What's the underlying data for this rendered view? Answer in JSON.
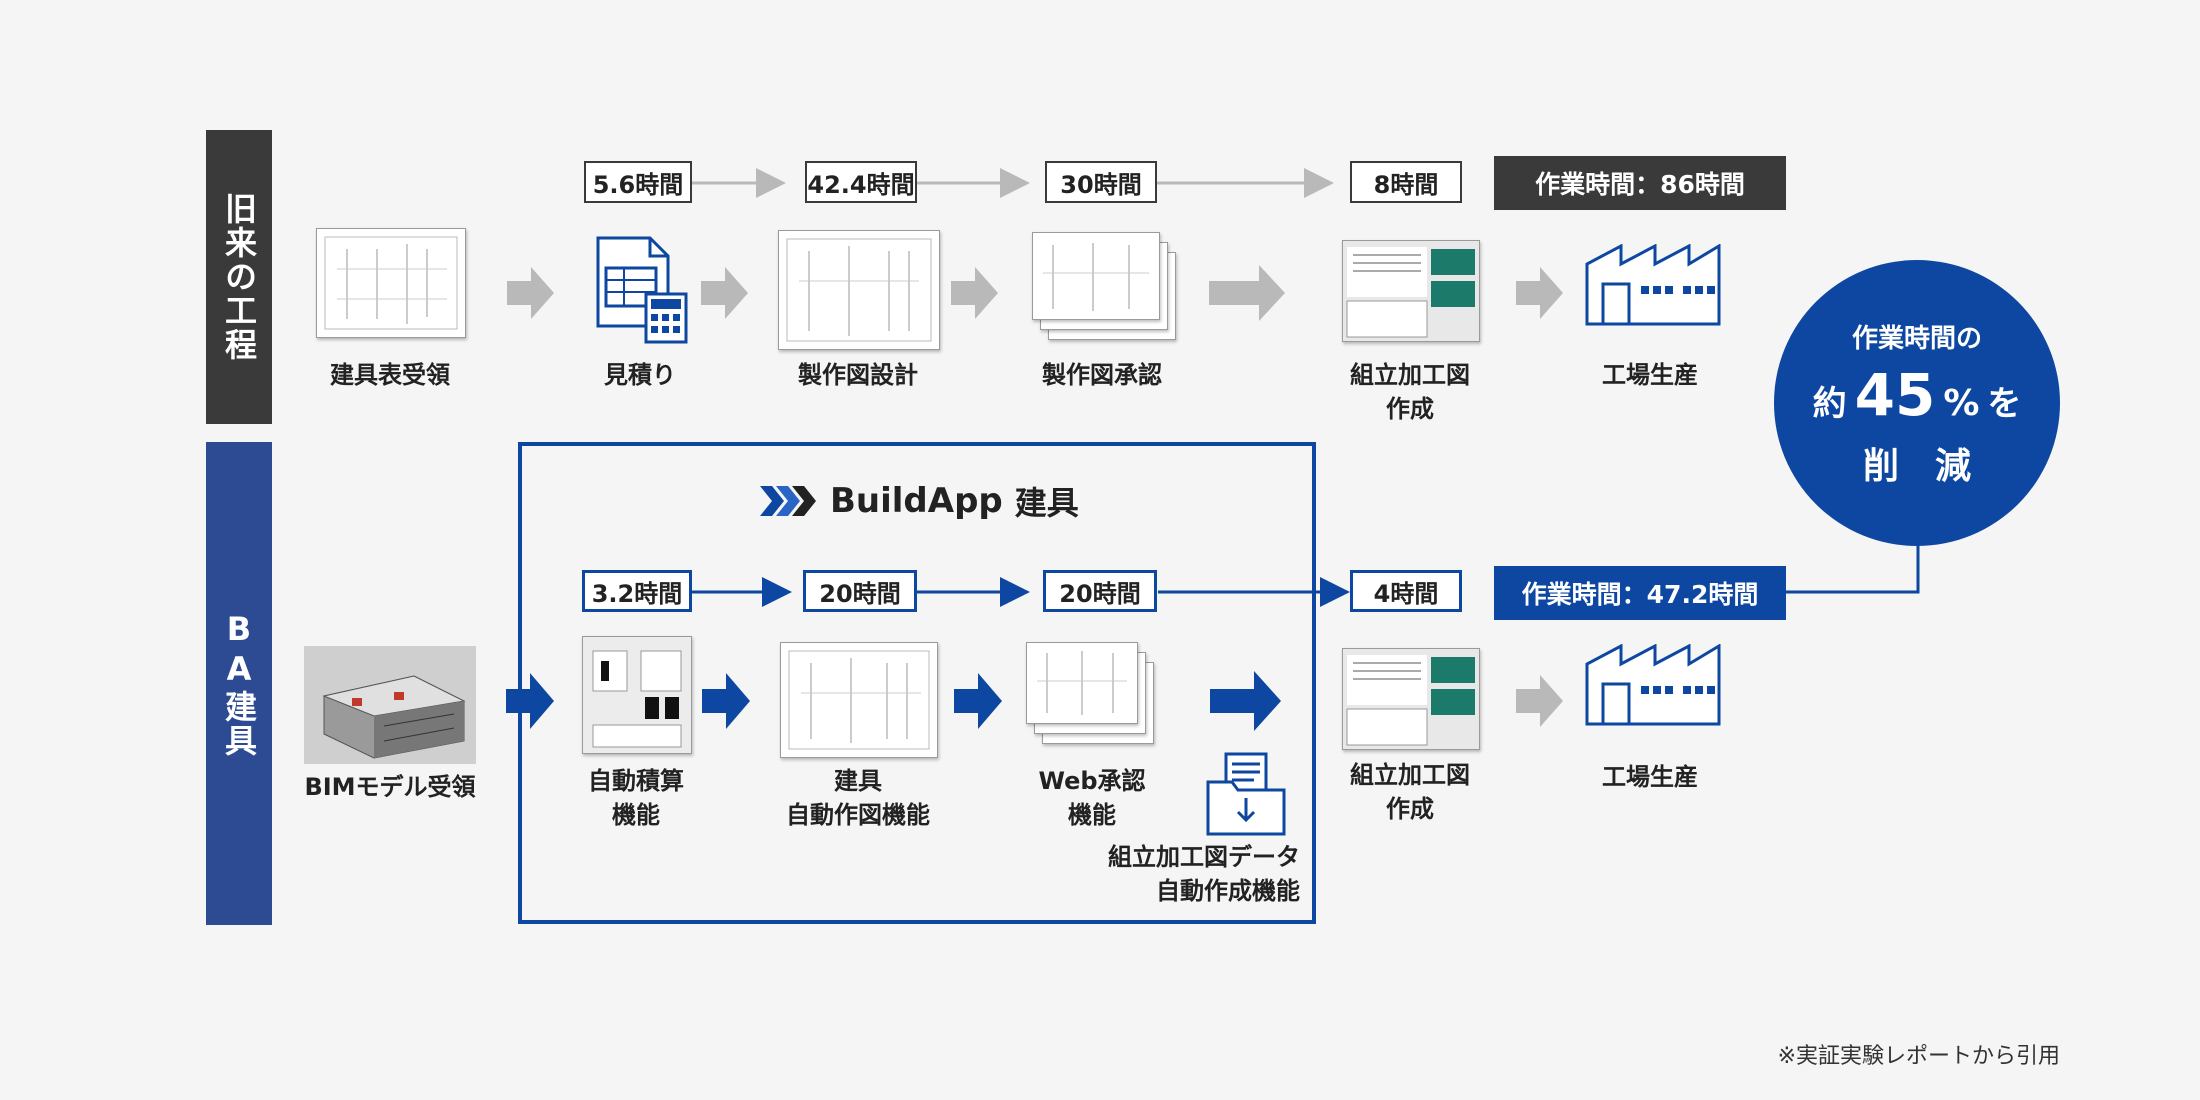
{
  "old_process": {
    "side_label": "旧来の工程",
    "times": [
      "5.6時間",
      "42.4時間",
      "30時間",
      "8時間"
    ],
    "total": "作業時間：86時間",
    "steps": [
      "建具表受領",
      "見積り",
      "製作図設計",
      "製作図承認",
      "組立加工図\n作成",
      "工場生産"
    ]
  },
  "new_process": {
    "side_label": "BA建具",
    "logo": {
      "name": "BuildApp",
      "suffix": "建具"
    },
    "times": [
      "3.2時間",
      "20時間",
      "20時間",
      "4時間"
    ],
    "total": "作業時間：47.2時間",
    "steps": [
      "BIMモデル受領",
      "自動積算\n機能",
      "建具\n自動作図機能",
      "Web承認\n機能",
      "組立加工図データ\n自動作成機能",
      "組立加工図\n作成",
      "工場生産"
    ]
  },
  "reduction": {
    "line1": "作業時間の",
    "prefix": "約",
    "number": "45",
    "suffix_pct": "%",
    "suffix": "を",
    "line3": "削減"
  },
  "footnote": "※実証実験レポートから引用",
  "colors": {
    "accent": "#0d47a1",
    "dark": "#3a3a3a",
    "gray_arrow": "#b9b9b9",
    "side_new": "#2d4b93"
  }
}
